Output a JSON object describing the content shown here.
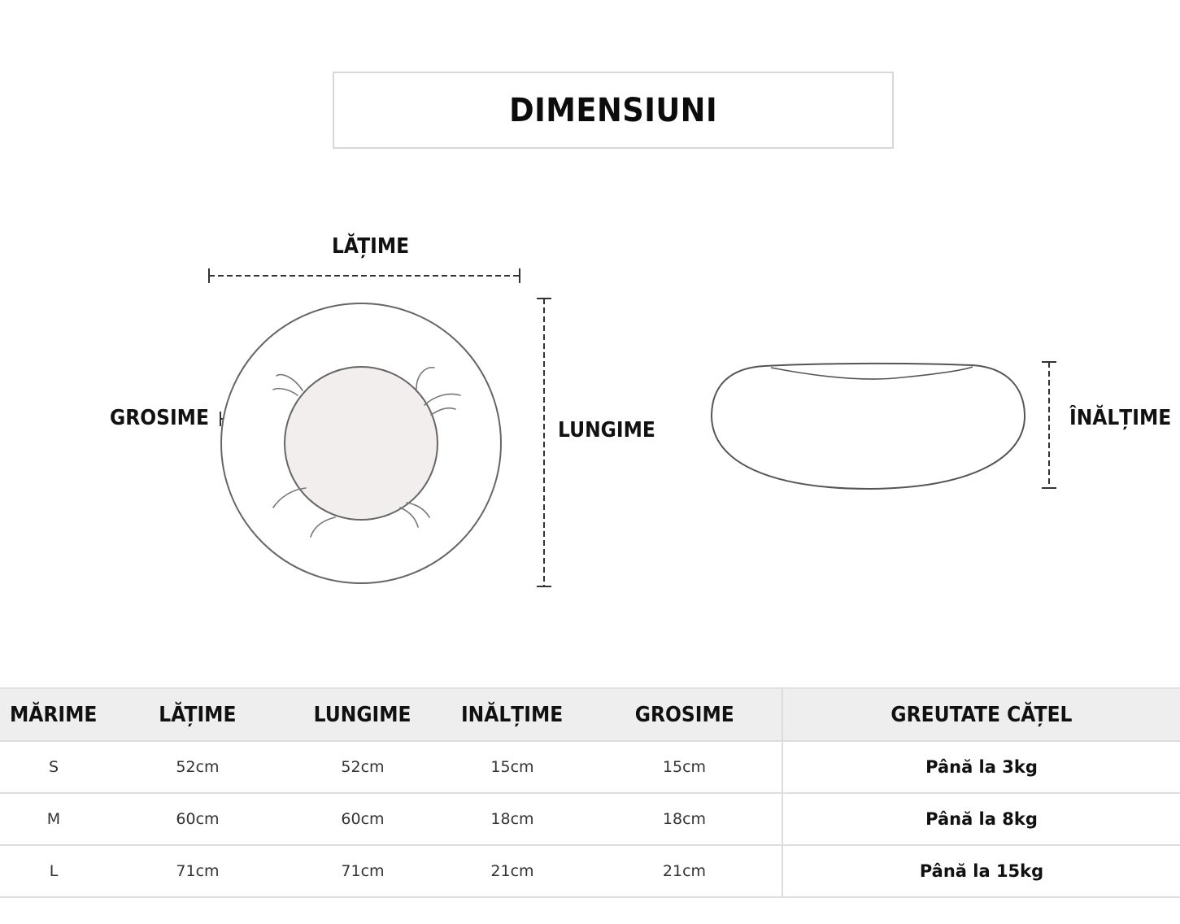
{
  "title": "DIMENSIUNI",
  "diagram": {
    "width_label": "LĂȚIME",
    "length_label": "LUNGIME",
    "thickness_label": "GROSIME",
    "height_label": "ÎNĂLȚIME"
  },
  "table": {
    "headers": [
      "MĂRIME",
      "LĂȚIME",
      "LUNGIME",
      "INĂLȚIME",
      "GROSIME",
      "GREUTATE CĂȚEL"
    ],
    "rows": [
      [
        "S",
        "52cm",
        "52cm",
        "15cm",
        "15cm",
        "Până la 3kg"
      ],
      [
        "M",
        "60cm",
        "60cm",
        "18cm",
        "18cm",
        "Până la 8kg"
      ],
      [
        "L",
        "71cm",
        "71cm",
        "21cm",
        "21cm",
        "Până la 15kg"
      ]
    ]
  },
  "colors": {
    "outline": "#555555",
    "inner_fill": "#f2eeee",
    "header_bg": "#eeeeee"
  }
}
